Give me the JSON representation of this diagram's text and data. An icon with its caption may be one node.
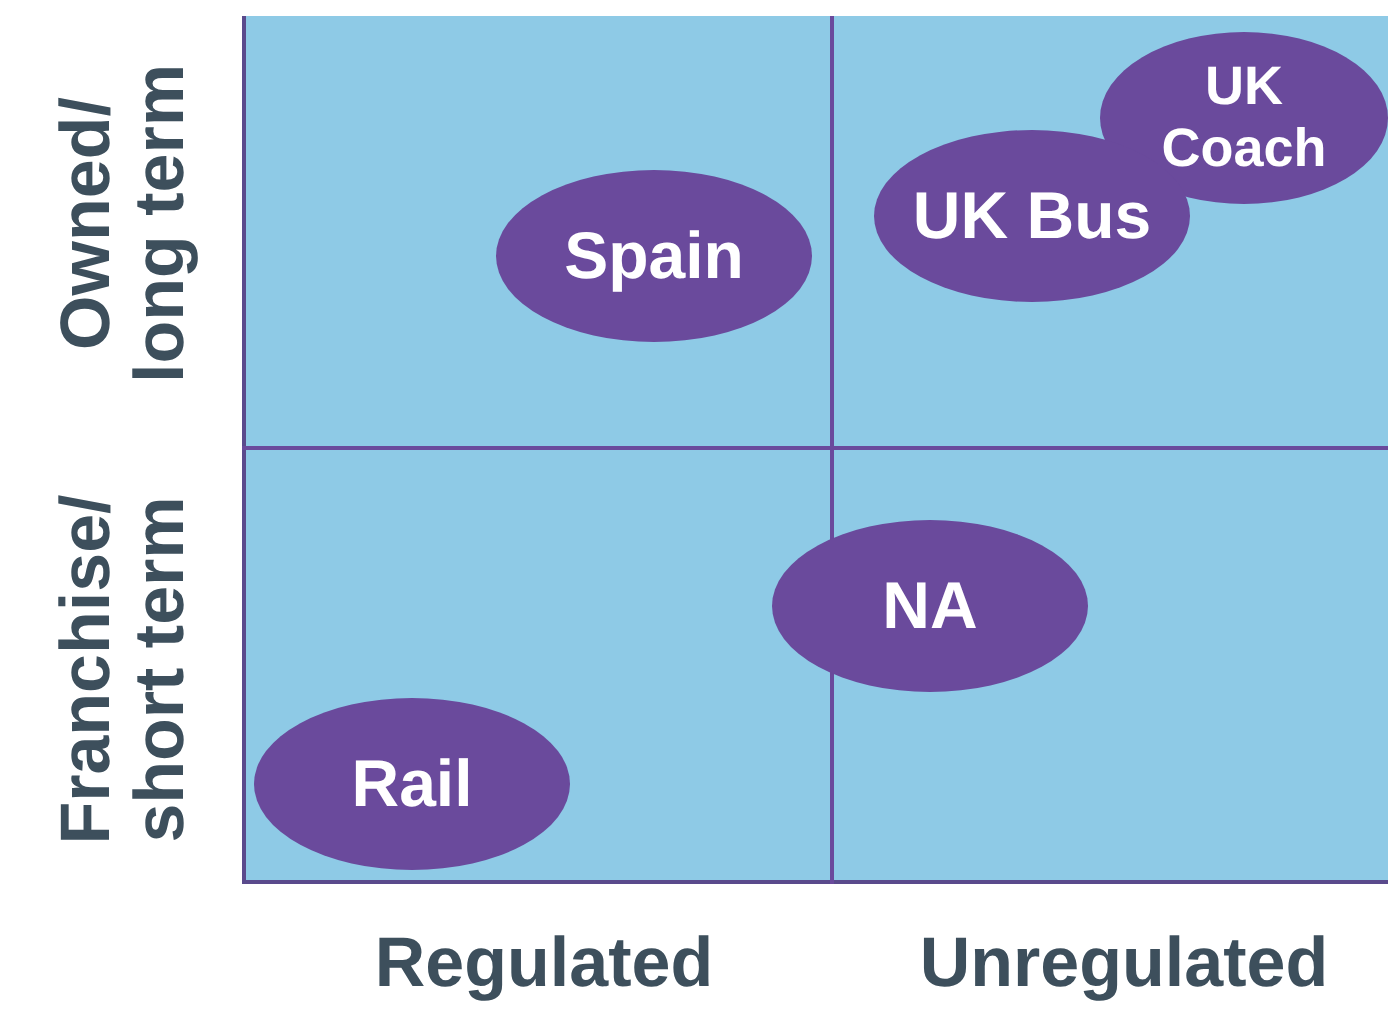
{
  "diagram": {
    "nodes": [
      {
        "text": [
          "UK Coach"
        ]
      },
      {
        "text": [
          "UK Bus"
        ]
      },
      {
        "text": [
          "Spain"
        ]
      },
      {
        "text": [
          "NA"
        ]
      },
      {
        "text": [
          "Rail"
        ]
      }
    ],
    "labels": [
      "Owned/ long term",
      "Franchise/ short term",
      "Regulated",
      "Unregulated"
    ]
  }
}
